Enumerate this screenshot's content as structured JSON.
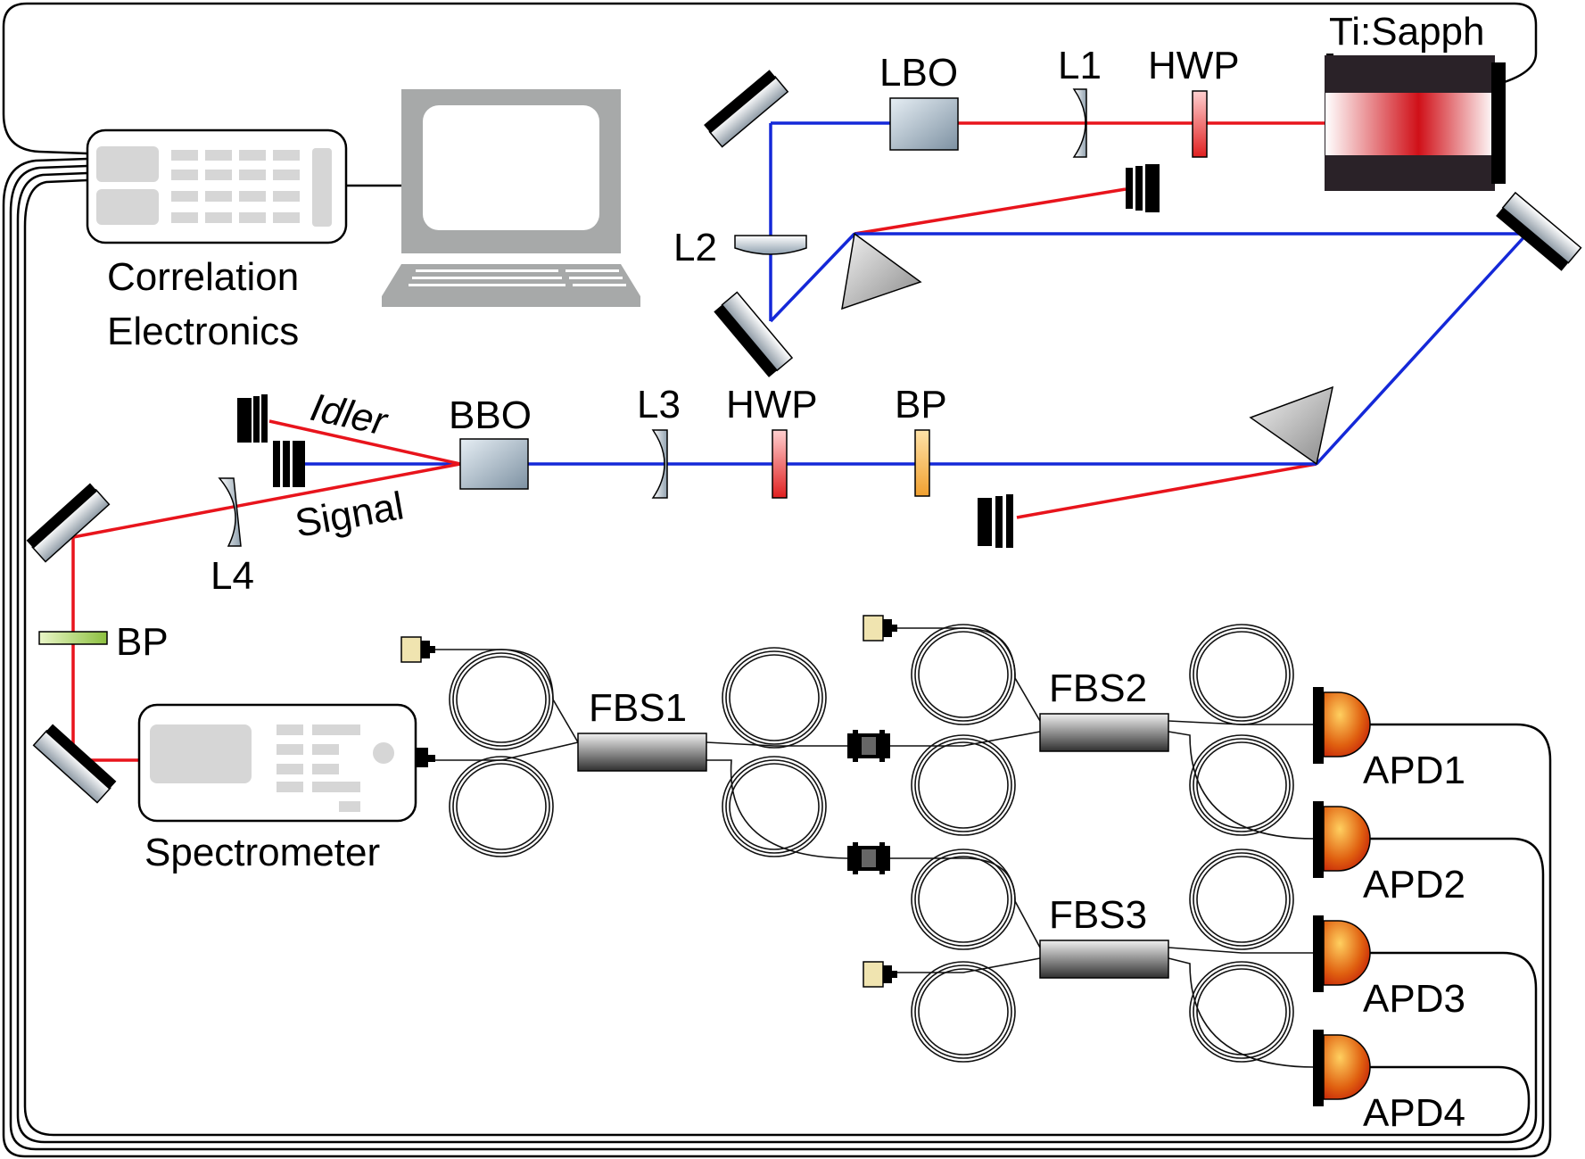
{
  "labels": {
    "tisapph": "Ti:Sapph",
    "lbo": "LBO",
    "l1": "L1",
    "hwp_top": "HWP",
    "l2": "L2",
    "correlation_line1": "Correlation",
    "correlation_line2": "Electronics",
    "idler": "Idler",
    "signal": "Signal",
    "bbo": "BBO",
    "l3": "L3",
    "hwp_mid": "HWP",
    "bp_mid": "BP",
    "l4": "L4",
    "bp_left": "BP",
    "spectrometer": "Spectrometer",
    "fbs1": "FBS1",
    "fbs2": "FBS2",
    "fbs3": "FBS3",
    "apd1": "APD1",
    "apd2": "APD2",
    "apd3": "APD3",
    "apd4": "APD4"
  },
  "colors": {
    "red_beam": "#e8141c",
    "blue_beam": "#1428d8",
    "wire": "#000000",
    "apd_fill": "#e07010",
    "optic_gray": "#a8b8c6",
    "laser_body": "#2a2228"
  }
}
